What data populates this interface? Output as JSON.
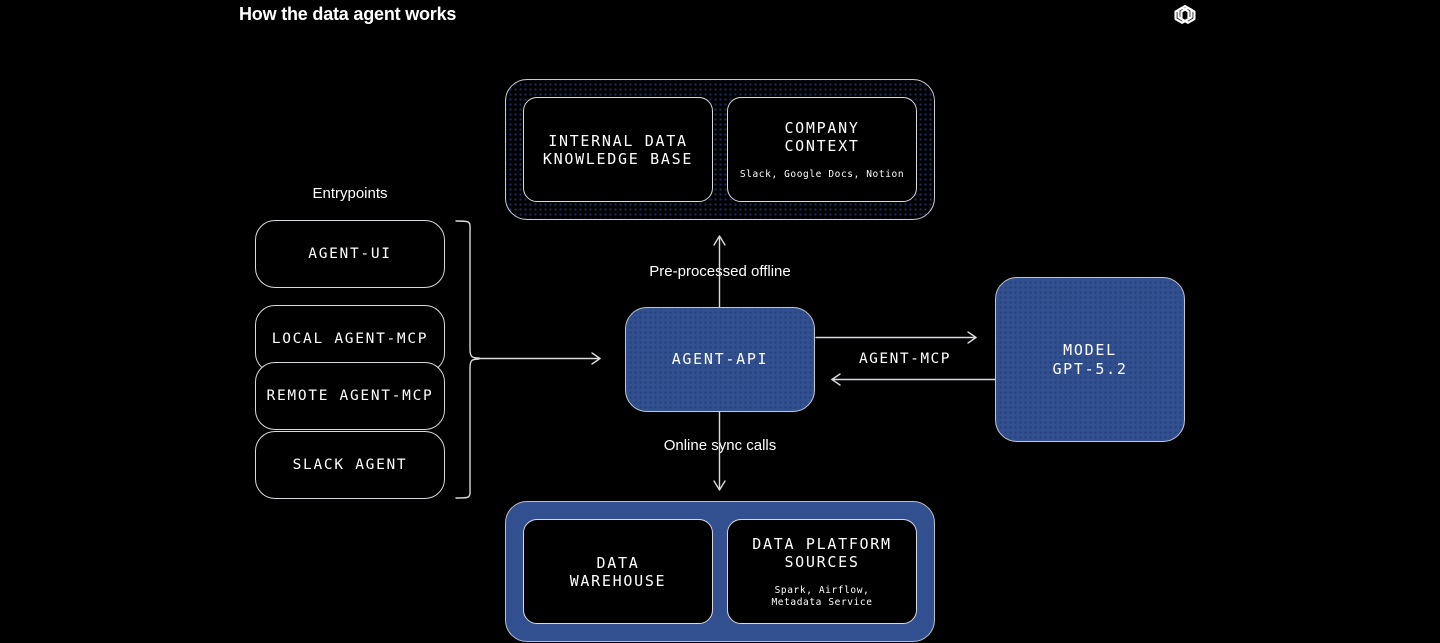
{
  "header": {
    "title": "How the data agent works",
    "logo_icon": "openai-logo-icon"
  },
  "entrypoints": {
    "label": "Entrypoints",
    "items": [
      {
        "label": "AGENT-UI"
      },
      {
        "label": "LOCAL AGENT-MCP"
      },
      {
        "label": "REMOTE AGENT-MCP"
      },
      {
        "label": "SLACK AGENT"
      }
    ]
  },
  "knowledge": {
    "boxes": [
      {
        "title": "INTERNAL DATA\nKNOWLEDGE BASE",
        "sub": ""
      },
      {
        "title": "COMPANY\nCONTEXT",
        "sub": "Slack, Google Docs, Notion"
      }
    ]
  },
  "core": {
    "agent_api": "AGENT-API",
    "model": "MODEL\nGPT-5.2"
  },
  "platform": {
    "boxes": [
      {
        "title": "DATA\nWAREHOUSE",
        "sub": ""
      },
      {
        "title": "DATA PLATFORM\nSOURCES",
        "sub": "Spark, Airflow,\nMetadata Service"
      }
    ]
  },
  "connectors": {
    "up_label": "Pre-processed offline",
    "down_label": "Online sync calls",
    "right_label": "AGENT-MCP"
  },
  "colors": {
    "background": "#000000",
    "stroke": "#d8dade",
    "blue": "#32508f",
    "dot": "#1d2f63",
    "text": "#ffffff"
  }
}
